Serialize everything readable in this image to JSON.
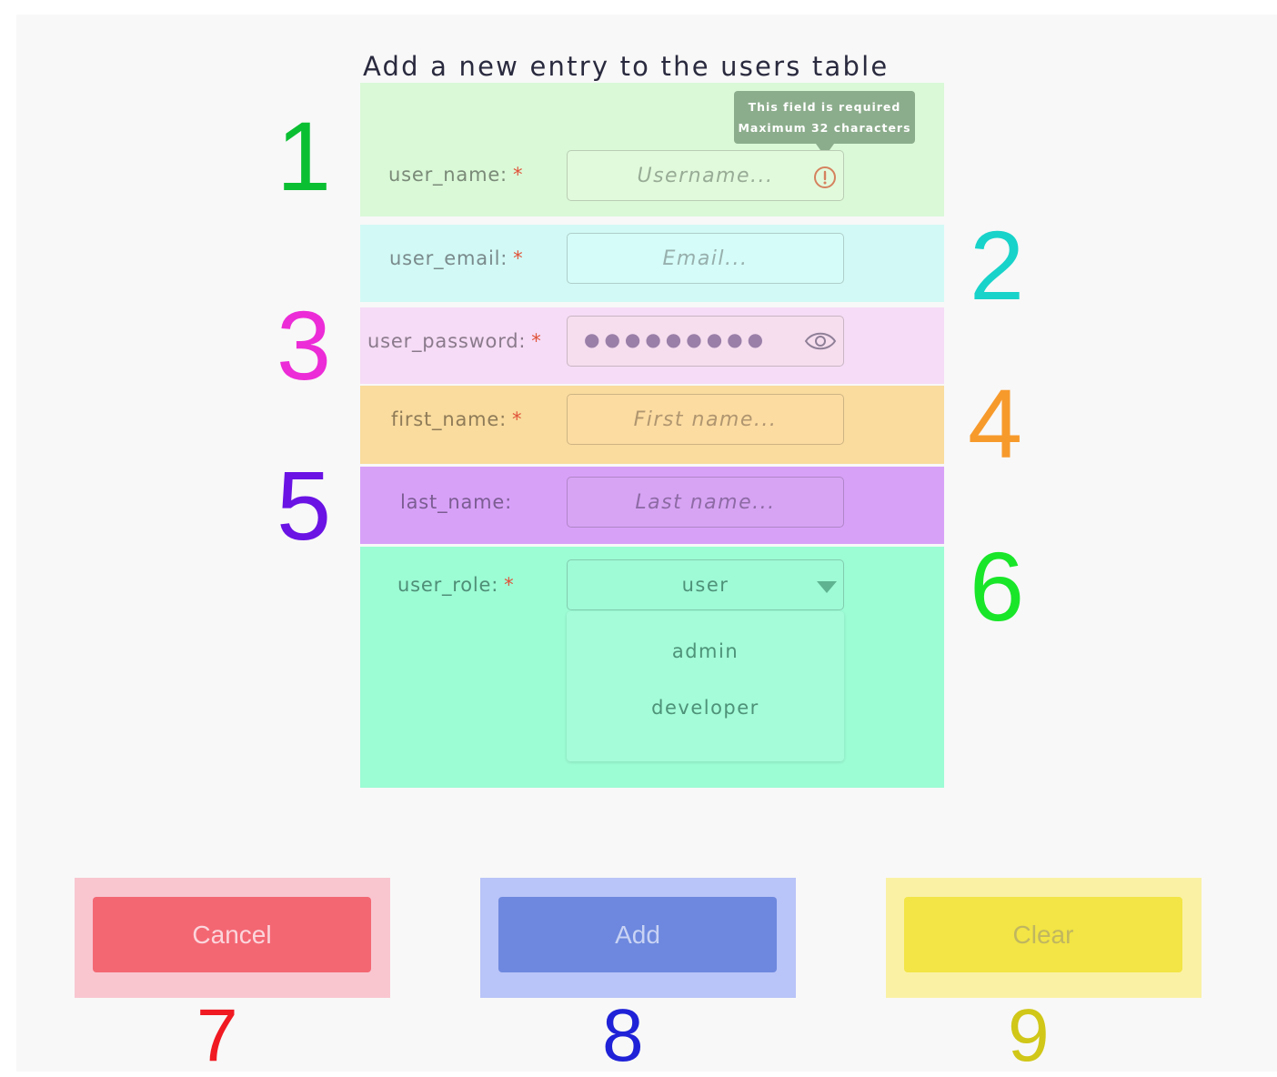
{
  "form": {
    "title": "Add a new entry to the users table",
    "required_mark": "*",
    "fields": {
      "user_name": {
        "label": "user_name:",
        "placeholder": "Username..."
      },
      "user_email": {
        "label": "user_email:",
        "placeholder": "Email..."
      },
      "user_password": {
        "label": "user_password:",
        "dots": "●●●●●●●●●"
      },
      "first_name": {
        "label": "first_name:",
        "placeholder": "First name..."
      },
      "last_name": {
        "label": "last_name:",
        "placeholder": "Last name..."
      },
      "user_role": {
        "label": "user_role:",
        "selected": "user",
        "options": [
          "admin",
          "developer"
        ]
      }
    },
    "tooltip": {
      "line1": "This field is required",
      "line2": "Maximum 32 characters"
    },
    "icons": {
      "warning": "warning-circle-icon",
      "eye": "eye-icon",
      "dropdown": "triangle-down-icon"
    }
  },
  "buttons": {
    "cancel": "Cancel",
    "add": "Add",
    "clear": "Clear"
  },
  "markers": [
    "1",
    "2",
    "3",
    "4",
    "5",
    "6",
    "7",
    "8",
    "9"
  ],
  "colors": {
    "band1": "#daf9d7",
    "band2": "#d2f9f5",
    "band3": "#f6dcf6",
    "band4": "#f9dc9e",
    "band5": "#d8a1f8",
    "band6": "#9cfcd4",
    "cancel": "#f36773",
    "add": "#6d88de",
    "clear": "#f2e545",
    "marker1": "#0bbf33",
    "marker2": "#18d3ca",
    "marker3": "#ec2cd7",
    "marker4": "#f79a2c",
    "marker5": "#6a13e4",
    "marker6": "#19e629",
    "marker7": "#f01a23",
    "marker8": "#1f22d7",
    "marker9": "#d0c718"
  }
}
